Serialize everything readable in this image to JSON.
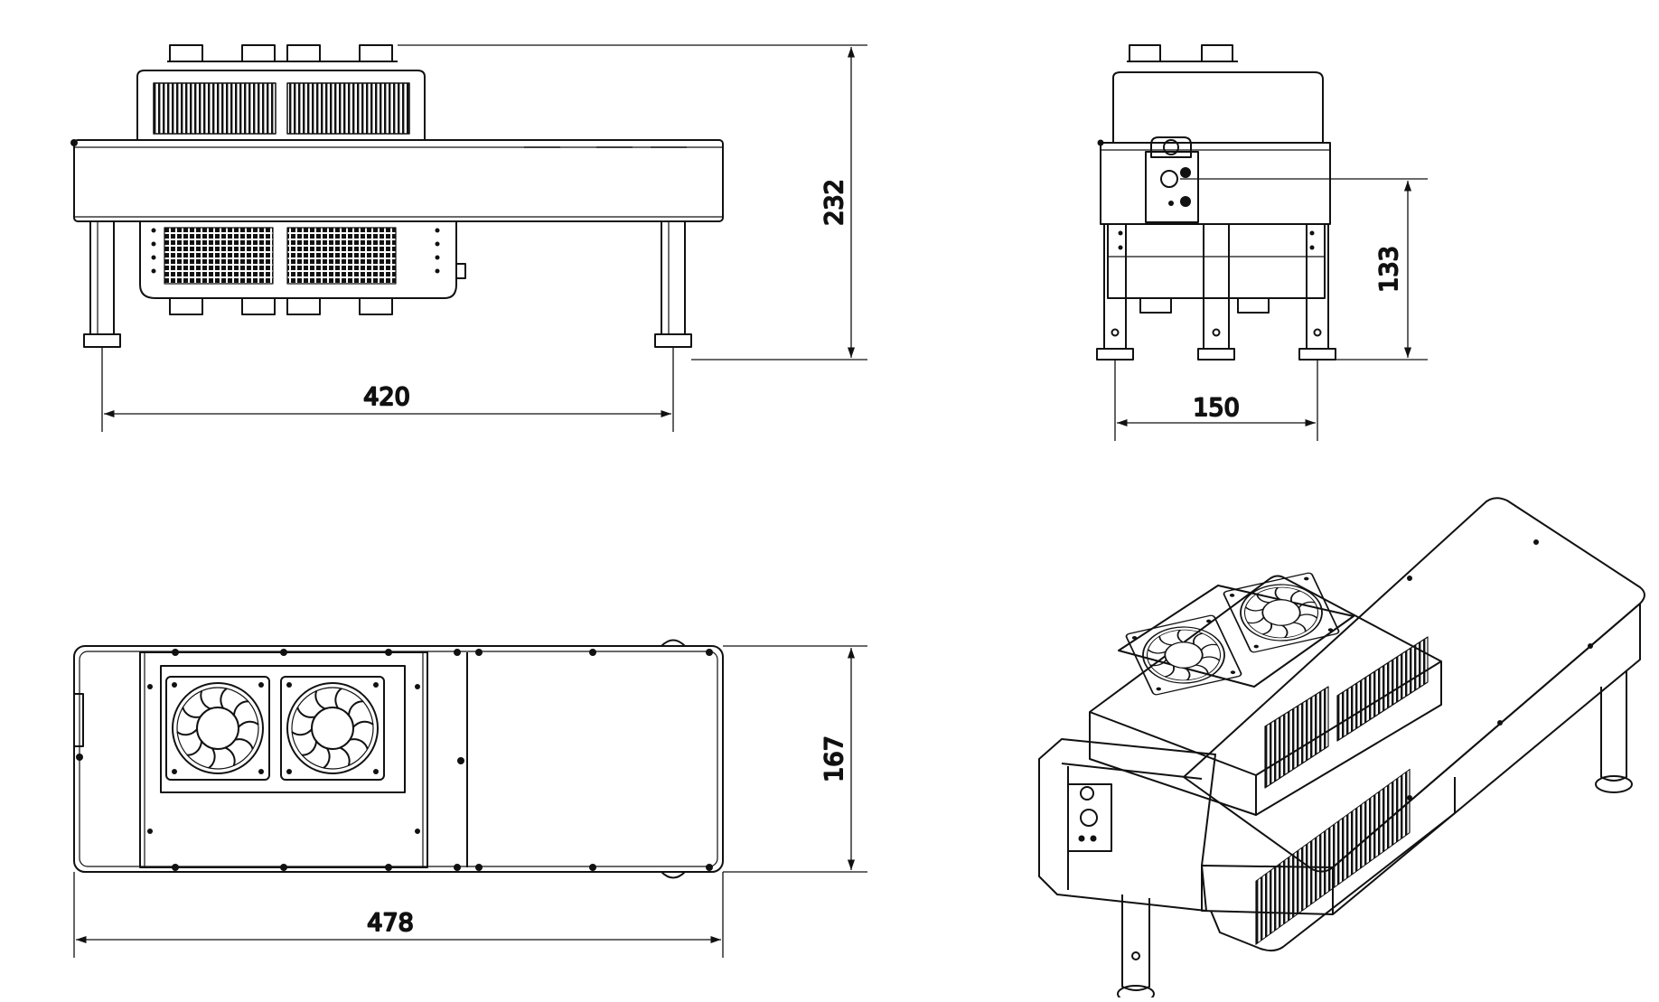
{
  "drawing": {
    "views": {
      "front": {
        "width_dim": "420",
        "height_dim": "232"
      },
      "side": {
        "width_dim": "150",
        "height_dim": "133"
      },
      "top": {
        "length_dim": "478",
        "depth_dim": "167"
      },
      "isometric": {}
    },
    "colors": {
      "line": "#111111",
      "paper": "#ffffff"
    }
  }
}
